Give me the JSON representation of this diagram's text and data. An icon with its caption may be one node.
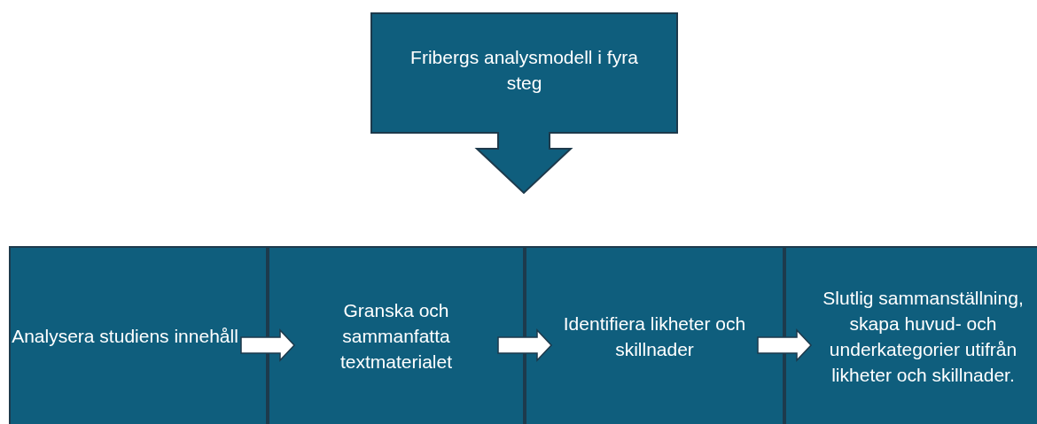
{
  "diagram": {
    "nodes": [
      {
        "text": [
          "Fribergs analysmodell i fyra steg"
        ]
      },
      {
        "text": [
          "Analysera studiens innehåll"
        ]
      },
      {
        "text": [
          "Granska och sammanfatta textmaterialet"
        ]
      },
      {
        "text": [
          "Identifiera likheter och skillnader"
        ]
      },
      {
        "text": [
          "Slutlig sammanställning, skapa huvud- och underkategorier utifrån likheter och skillnader."
        ]
      }
    ],
    "edges": [
      {
        "from": 1,
        "to": 2,
        "arrow": "to"
      },
      {
        "from": 2,
        "to": 3,
        "arrow": "to"
      },
      {
        "from": 3,
        "to": 4,
        "arrow": "to"
      }
    ]
  }
}
